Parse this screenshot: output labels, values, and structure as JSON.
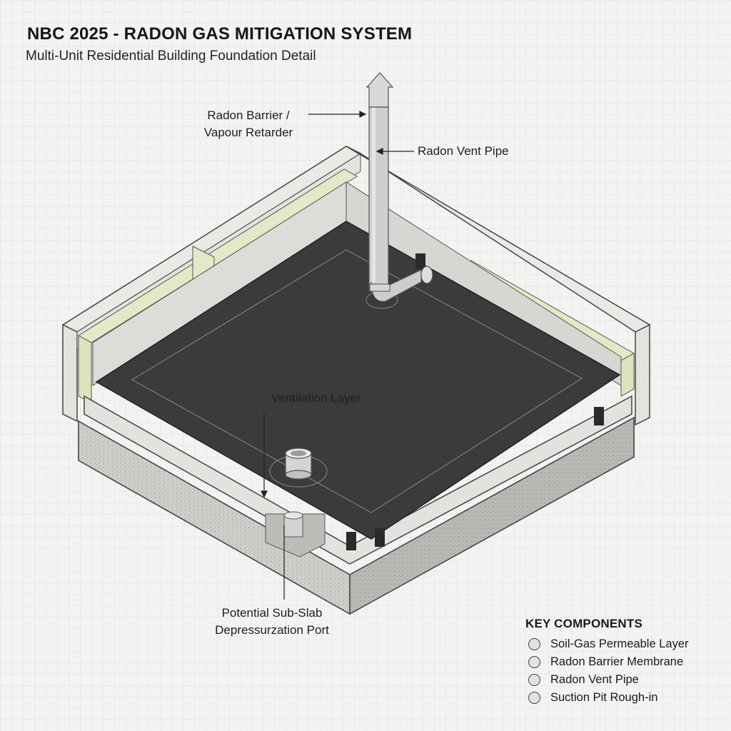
{
  "header": {
    "title": "NBC 2025 - RADON GAS MITIGATION SYSTEM",
    "subtitle": "Multi-Unit Residential Building Foundation Detail"
  },
  "callouts": {
    "barrier_line1": "Radon Barrier /",
    "barrier_line2": "Vapour Retarder",
    "vent_pipe": "Radon Vent Pipe",
    "ventilation_layer": "Ventilation Layer",
    "port_line1": "Potential Sub-Slab",
    "port_line2": "Depressurzation Port"
  },
  "key": {
    "title": "KEY COMPONENTS",
    "items": [
      "Soil-Gas Permeable Layer",
      "Radon Barrier Membrane",
      "Radon Vent Pipe",
      "Suction Pit Rough-in"
    ]
  },
  "colors": {
    "membrane": "#3a3a3a",
    "concrete": "#d9d9d6",
    "insulation": "#e6e8c8",
    "gravel": "#c9c9c6",
    "pipe": "#c8c8c8"
  }
}
